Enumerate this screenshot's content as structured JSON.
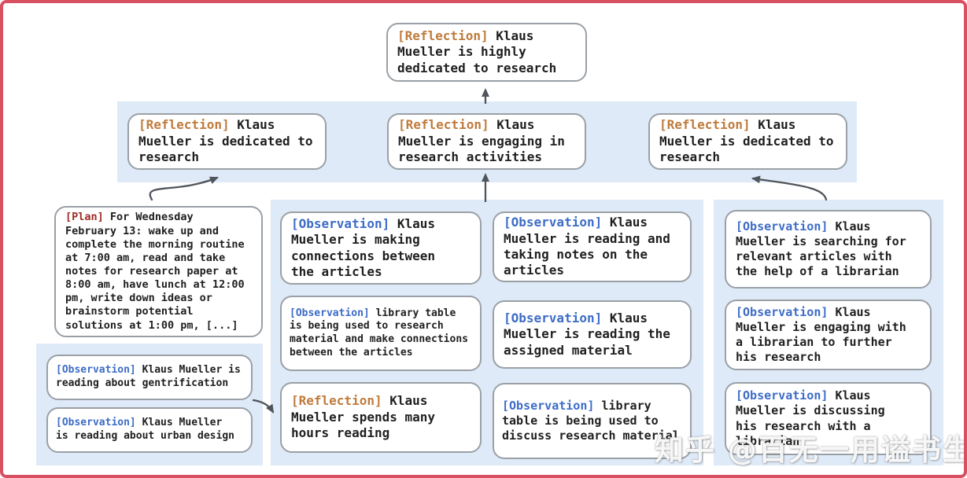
{
  "diagram": {
    "root": {
      "tag": "[Reflection]",
      "text": "Klaus\nMueller is highly\ndedicated to research"
    },
    "reflections_row": [
      {
        "tag": "[Reflection]",
        "text": "Klaus\nMueller is dedicated to\nresearch"
      },
      {
        "tag": "[Reflection]",
        "text": "Klaus\nMueller is engaging in\nresearch activities"
      },
      {
        "tag": "[Reflection]",
        "text": "Klaus\nMueller is dedicated to\nresearch"
      }
    ],
    "plan": {
      "tag": "[Plan]",
      "text": "For Wednesday\nFebruary 13: wake up and\ncomplete the morning routine\nat 7:00 am, read and take\nnotes for research paper at\n8:00 am, have lunch at 12:00\npm, write down ideas or\nbrainstorm potential\nsolutions at 1:00 pm, [...]"
    },
    "reading_panel": [
      {
        "tag": "[Observation]",
        "text": "Klaus Mueller is\nreading about gentrification"
      },
      {
        "tag": "[Observation]",
        "text": "Klaus Mueller\nis reading about urban design"
      }
    ],
    "articles_col1": [
      {
        "tag": "[Observation]",
        "text": "Klaus\nMueller is making\nconnections between\nthe articles"
      },
      {
        "tag": "[Observation]",
        "text": "library table\nis being used to research\nmaterial and make connections\nbetween the articles"
      },
      {
        "tag": "[Reflection]",
        "text": "Klaus\nMueller spends many\nhours reading"
      }
    ],
    "articles_col2": [
      {
        "tag": "[Observation]",
        "text": "Klaus\nMueller is reading and\ntaking notes on the\narticles"
      },
      {
        "tag": "[Observation]",
        "text": "Klaus\nMueller is reading the\nassigned material"
      },
      {
        "tag": "[Observation]",
        "text": "library\ntable is being used to\ndiscuss research material"
      }
    ],
    "librarian_col": [
      {
        "tag": "[Observation]",
        "text": "Klaus\nMueller is searching for\nrelevant articles with\nthe help of a librarian"
      },
      {
        "tag": "[Observation]",
        "text": "Klaus\nMueller is engaging with\na librarian to further\nhis research"
      },
      {
        "tag": "[Observation]",
        "text": "Klaus\nMueller is discussing\nhis research with a\nlibrarian"
      }
    ]
  },
  "watermark": {
    "text": "知乎 @百无一用谥书生"
  },
  "colors": {
    "frame_border": "#d95062",
    "reflection_label": "#bf7b3c",
    "plan_label": "#9e2c26",
    "observation_label": "#3d6cc6",
    "body_text": "#1f1f1f",
    "box_border": "#9aa0a6",
    "panel_background": "#dfeaf8",
    "arrow": "#50555b"
  }
}
